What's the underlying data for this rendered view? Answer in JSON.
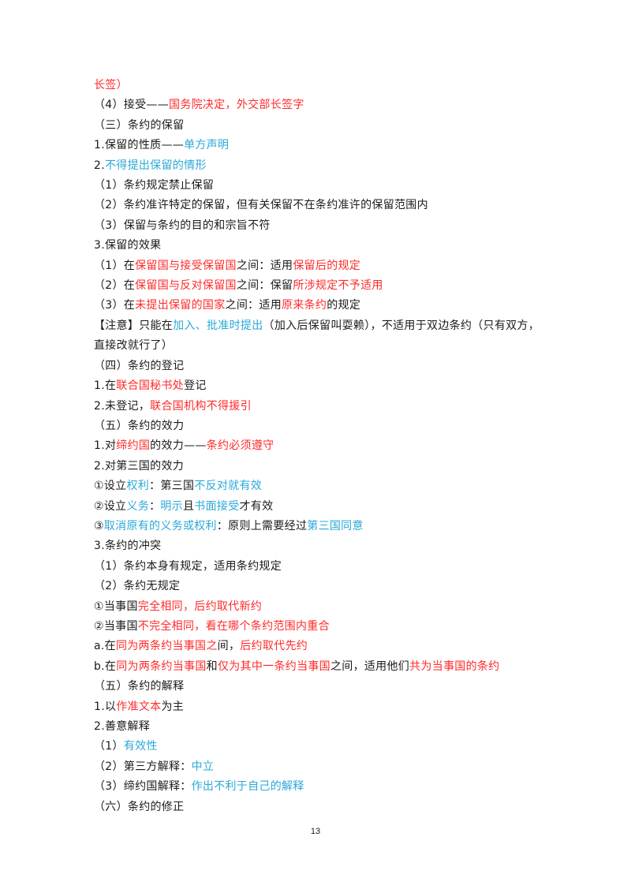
{
  "page_number": "13",
  "lines": [
    [
      {
        "t": "长签）",
        "c": "r"
      }
    ],
    [
      {
        "t": "（4）接受——",
        "c": "k"
      },
      {
        "t": "国务院决定，外交部长签字",
        "c": "r"
      }
    ],
    [
      {
        "t": "（三）条约的保留",
        "c": "k"
      }
    ],
    [
      {
        "t": "1.保留的性质——",
        "c": "k"
      },
      {
        "t": "单方声明",
        "c": "b"
      }
    ],
    [
      {
        "t": "2.",
        "c": "k"
      },
      {
        "t": "不得提出保留的情形",
        "c": "b"
      }
    ],
    [
      {
        "t": "（1）条约规定禁止保留",
        "c": "k"
      }
    ],
    [
      {
        "t": "（2）条约准许特定的保留，但有关保留不在条约准许的保留范围内",
        "c": "k"
      }
    ],
    [
      {
        "t": "（3）保留与条约的目的和宗旨不符",
        "c": "k"
      }
    ],
    [
      {
        "t": "3.保留的效果",
        "c": "k"
      }
    ],
    [
      {
        "t": "（1）在",
        "c": "k"
      },
      {
        "t": "保留国与接受保留国",
        "c": "r"
      },
      {
        "t": "之间：适用",
        "c": "k"
      },
      {
        "t": "保留后的规定",
        "c": "r"
      }
    ],
    [
      {
        "t": "（2）在",
        "c": "k"
      },
      {
        "t": "保留国与反对保留国",
        "c": "r"
      },
      {
        "t": "之间：保留",
        "c": "k"
      },
      {
        "t": "所涉规定不予适用",
        "c": "r"
      }
    ],
    [
      {
        "t": "（3）在",
        "c": "k"
      },
      {
        "t": "未提出保留的国家",
        "c": "r"
      },
      {
        "t": "之间：适用",
        "c": "k"
      },
      {
        "t": "原来条约",
        "c": "r"
      },
      {
        "t": "的规定",
        "c": "k"
      }
    ],
    [
      {
        "t": "【注意】只能在",
        "c": "k"
      },
      {
        "t": "加入、批准时提出",
        "c": "b"
      },
      {
        "t": "（加入后保留叫耍赖），不适用于双边条约（只有双方，直接改就行了）",
        "c": "k"
      }
    ],
    [
      {
        "t": "（四）条约的登记",
        "c": "k"
      }
    ],
    [
      {
        "t": "1.在",
        "c": "k"
      },
      {
        "t": "联合国秘书处",
        "c": "r"
      },
      {
        "t": "登记",
        "c": "k"
      }
    ],
    [
      {
        "t": "2.未登记，",
        "c": "k"
      },
      {
        "t": "联合国机构不得援引",
        "c": "r"
      }
    ],
    [
      {
        "t": "（五）条约的效力",
        "c": "k"
      }
    ],
    [
      {
        "t": "1.对",
        "c": "k"
      },
      {
        "t": "缔约国",
        "c": "r"
      },
      {
        "t": "的效力——",
        "c": "k"
      },
      {
        "t": "条约必须遵守",
        "c": "r"
      }
    ],
    [
      {
        "t": "2.对第三国的效力",
        "c": "k"
      }
    ],
    [
      {
        "t": "①设立",
        "c": "k"
      },
      {
        "t": "权利",
        "c": "b"
      },
      {
        "t": "：第三国",
        "c": "k"
      },
      {
        "t": "不反对就有效",
        "c": "b"
      }
    ],
    [
      {
        "t": "②设立",
        "c": "k"
      },
      {
        "t": "义务",
        "c": "b"
      },
      {
        "t": "：",
        "c": "k"
      },
      {
        "t": "明示",
        "c": "b"
      },
      {
        "t": "且",
        "c": "k"
      },
      {
        "t": "书面接受",
        "c": "b"
      },
      {
        "t": "才有效",
        "c": "k"
      }
    ],
    [
      {
        "t": "③",
        "c": "k"
      },
      {
        "t": "取消原有的义务或权利",
        "c": "b"
      },
      {
        "t": "：原则上需要经过",
        "c": "k"
      },
      {
        "t": "第三国同意",
        "c": "b"
      }
    ],
    [
      {
        "t": "3.条约的冲突",
        "c": "k"
      }
    ],
    [
      {
        "t": "（1）条约本身有规定，适用条约规定",
        "c": "k"
      }
    ],
    [
      {
        "t": "（2）条约无规定",
        "c": "k"
      }
    ],
    [
      {
        "t": "①当事国",
        "c": "k"
      },
      {
        "t": "完全相同，后约取代新约",
        "c": "r"
      }
    ],
    [
      {
        "t": "②当事国",
        "c": "k"
      },
      {
        "t": "不完全相同，看在哪个条约范围内重合",
        "c": "r"
      }
    ],
    [
      {
        "t": "a.在",
        "c": "k"
      },
      {
        "t": "同为两条约当事国之",
        "c": "r"
      },
      {
        "t": "间，",
        "c": "k"
      },
      {
        "t": "后约取代先约",
        "c": "r"
      }
    ],
    [
      {
        "t": "b.在",
        "c": "k"
      },
      {
        "t": "同为两条约当事国",
        "c": "r"
      },
      {
        "t": "和",
        "c": "k"
      },
      {
        "t": "仅为其中一条约当事国",
        "c": "r"
      },
      {
        "t": "之间，适用他们",
        "c": "k"
      },
      {
        "t": "共为当事国的条约",
        "c": "r"
      }
    ],
    [
      {
        "t": "（五）条约的解释",
        "c": "k"
      }
    ],
    [
      {
        "t": "1.以",
        "c": "k"
      },
      {
        "t": "作准文本",
        "c": "r"
      },
      {
        "t": "为主",
        "c": "k"
      }
    ],
    [
      {
        "t": "2.善意解释",
        "c": "k"
      }
    ],
    [
      {
        "t": "（1）",
        "c": "k"
      },
      {
        "t": "有效性",
        "c": "b"
      }
    ],
    [
      {
        "t": "（2）第三方解释：",
        "c": "k"
      },
      {
        "t": "中立",
        "c": "b"
      }
    ],
    [
      {
        "t": "（3）缔约国解释：",
        "c": "k"
      },
      {
        "t": "作出不利于自己的解释",
        "c": "b"
      }
    ],
    [
      {
        "t": "（六）条约的修正",
        "c": "k"
      }
    ]
  ]
}
